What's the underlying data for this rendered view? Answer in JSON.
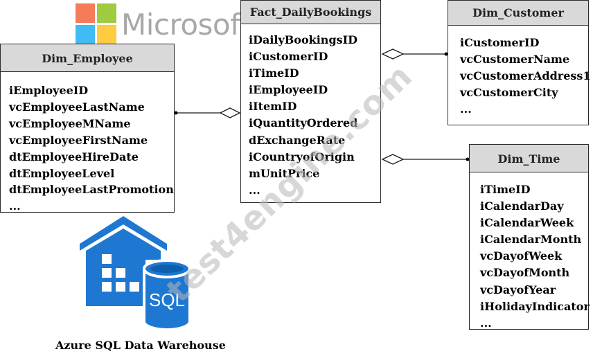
{
  "brand": {
    "name": "Microsoft",
    "logo_colors": [
      "#f25022",
      "#7fba00",
      "#00a4ef",
      "#ffb900"
    ]
  },
  "watermark": "test4engine.com",
  "tables": {
    "dim_employee": {
      "title": "Dim_Employee",
      "fields": [
        "iEmployeeID",
        "vcEmployeeLastName",
        "vcEmployeeMName",
        "vcEmployeeFirstName",
        "dtEmployeeHireDate",
        "dtEmployeeLevel",
        "dtEmployeeLastPromotion",
        "..."
      ]
    },
    "fact_dailybookings": {
      "title": "Fact_DailyBookings",
      "fields": [
        "iDailyBookingsID",
        "iCustomerID",
        "iTimeID",
        "iEmployeeID",
        "iItemID",
        "iQuantityOrdered",
        "dExchangeRate",
        "iCountryofOrigin",
        "mUnitPrice",
        "..."
      ]
    },
    "dim_customer": {
      "title": "Dim_Customer",
      "fields": [
        "iCustomerID",
        "vcCustomerName",
        "vcCustomerAddress1",
        "vcCustomerCity",
        "..."
      ]
    },
    "dim_time": {
      "title": "Dim_Time",
      "fields": [
        "iTimeID",
        "iCalendarDay",
        "iCalendarWeek",
        "iCalendarMonth",
        "vcDayofWeek",
        "vcDayofMonth",
        "vcDayofYear",
        "iHolidayIndicator",
        "..."
      ]
    }
  },
  "relationships": [
    {
      "from": "Dim_Employee",
      "to": "Fact_DailyBookings"
    },
    {
      "from": "Dim_Customer",
      "to": "Fact_DailyBookings"
    },
    {
      "from": "Dim_Time",
      "to": "Fact_DailyBookings"
    }
  ],
  "icon": {
    "name": "azure-sql-data-warehouse-icon",
    "label": "SQL",
    "color": "#1e78d2",
    "caption": "Azure SQL Data Warehouse"
  }
}
